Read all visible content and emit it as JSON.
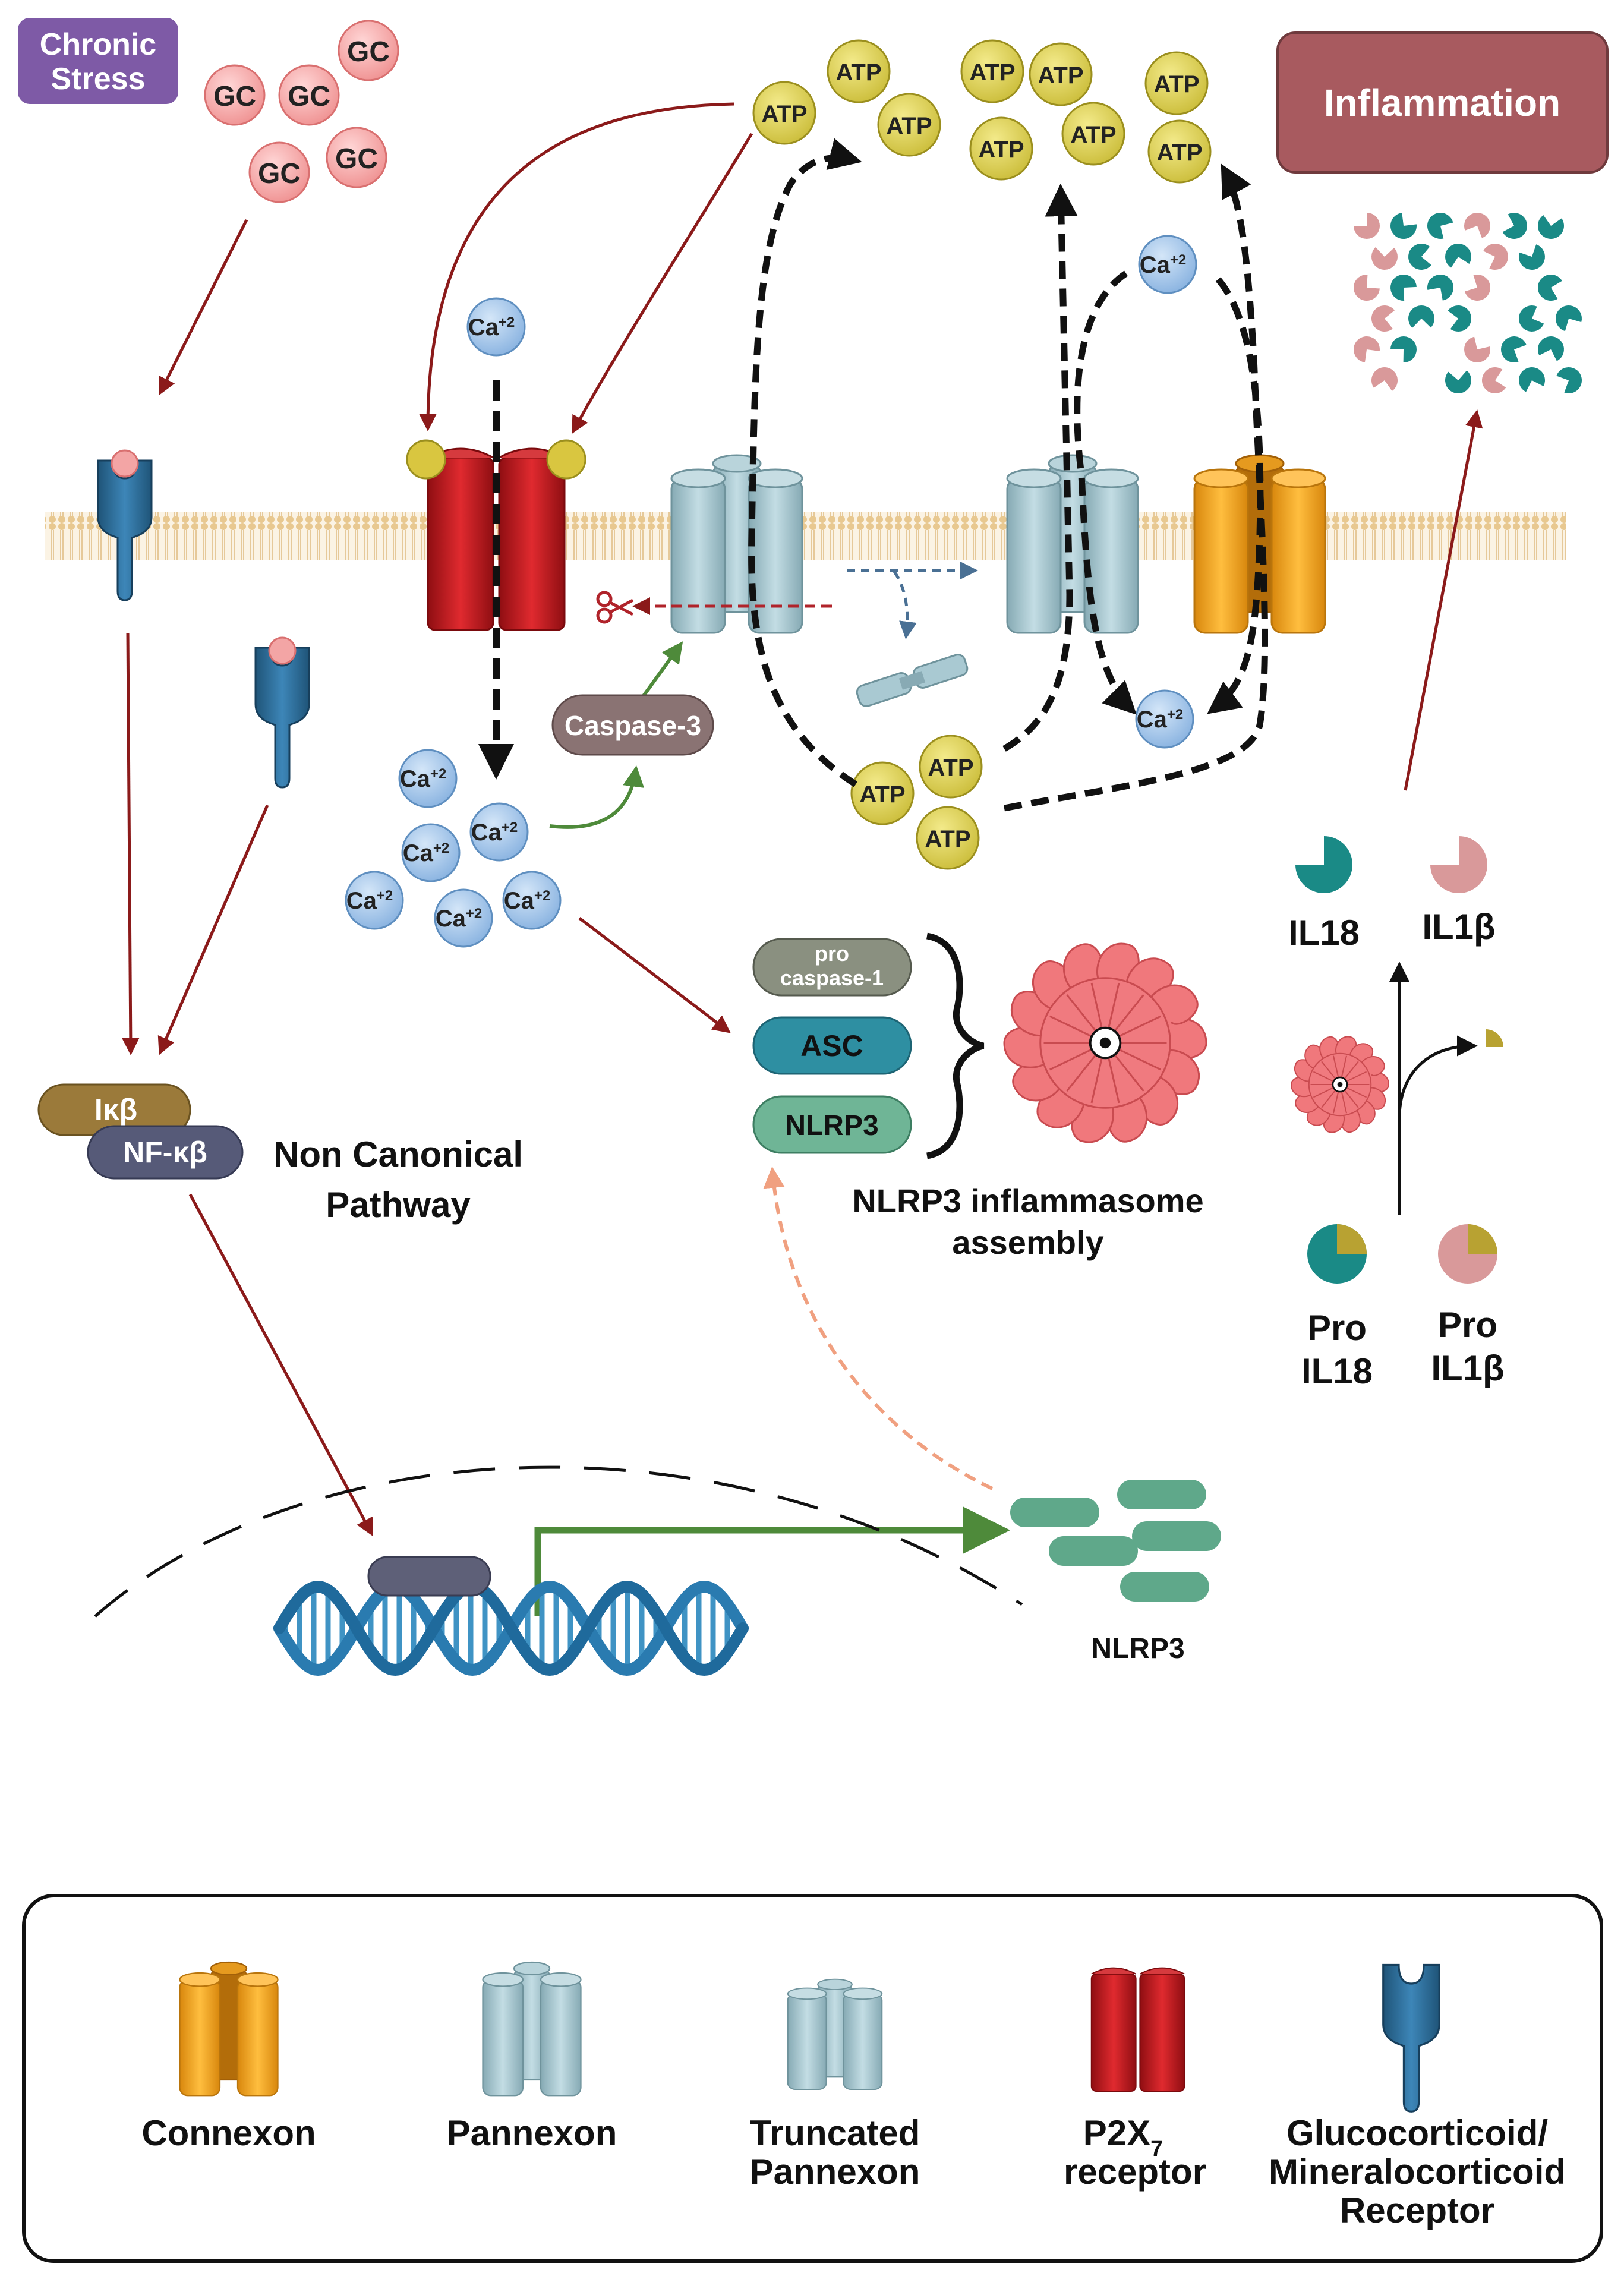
{
  "labels": {
    "chronic_stress_line1": "Chronic",
    "chronic_stress_line2": "Stress",
    "inflammation": "Inflammation",
    "gc": "GC",
    "atp": "ATP",
    "ca": "Ca",
    "ca_charge": "+2",
    "caspase3": "Caspase-3",
    "pro_caspase1_line1": "pro",
    "pro_caspase1_line2": "caspase-1",
    "asc": "ASC",
    "nlrp3_box": "NLRP3",
    "inflammasome_line1": "NLRP3 inflammasome",
    "inflammasome_line2": "assembly",
    "ikb": "Iκβ",
    "nfkb": "NF-κβ",
    "non_canonical_line1": "Non Canonical",
    "non_canonical_line2": "Pathway",
    "il18": "IL18",
    "il1b": "IL1β",
    "pro": "Pro",
    "pro_il18": "IL18",
    "pro_il1b": "IL1β",
    "nlrp3_gene": "NLRP3"
  },
  "legend": {
    "connexon": "Connexon",
    "pannexon": "Pannexon",
    "truncated_line1": "Truncated",
    "truncated_line2": "Pannexon",
    "p2x7_main": "P2X",
    "p2x7_sub": "7",
    "p2x7_line2": "receptor",
    "gr_line1": "Glucocorticoid/",
    "gr_line2": "Mineralocorticoid",
    "gr_line3": "Receptor"
  },
  "colors": {
    "purple_box": "#7e5aa6",
    "inflammation_box": "#a85a5f",
    "gc": "#f2a0a0",
    "atp": "#d7cc4f",
    "ca": "#9ec3ea",
    "p2x7": "#c4161c",
    "pannexon": "#a9c9d2",
    "connexon": "#f5a623",
    "receptor": "#2f6f9c",
    "dark_red_arrow": "#8b1a1a",
    "green_arrow": "#4e8a3a",
    "il18": "#1a8a86",
    "il1b": "#d9999a",
    "nlrp3_green": "#5fa88a"
  }
}
